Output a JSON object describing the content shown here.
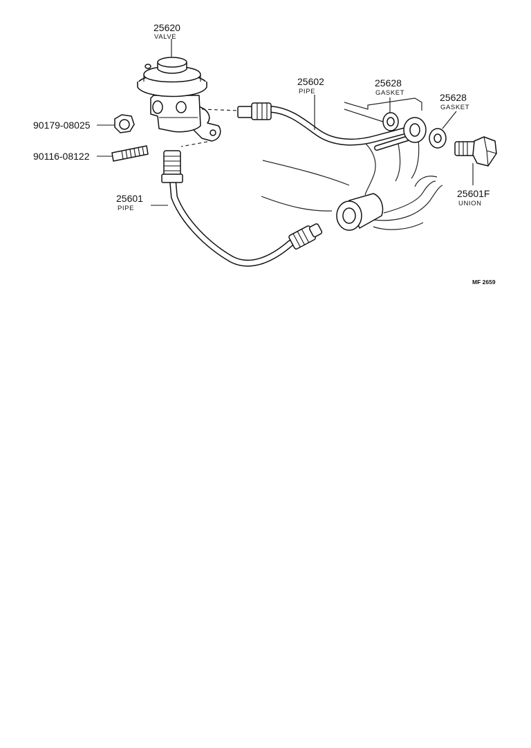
{
  "labels": {
    "valve": {
      "number": "25620",
      "name": "VALVE"
    },
    "nut": {
      "number": "90179-08025"
    },
    "stud": {
      "number": "90116-08122"
    },
    "pipe_lower": {
      "number": "25601",
      "name": "PIPE"
    },
    "pipe_upper": {
      "number": "25602",
      "name": "PIPE"
    },
    "gasket_left": {
      "number": "25628",
      "name": "GASKET"
    },
    "gasket_right": {
      "number": "25628",
      "name": "GASKET"
    },
    "union": {
      "number": "25601F",
      "name": "UNION"
    }
  },
  "figure_code": "MF 2659"
}
